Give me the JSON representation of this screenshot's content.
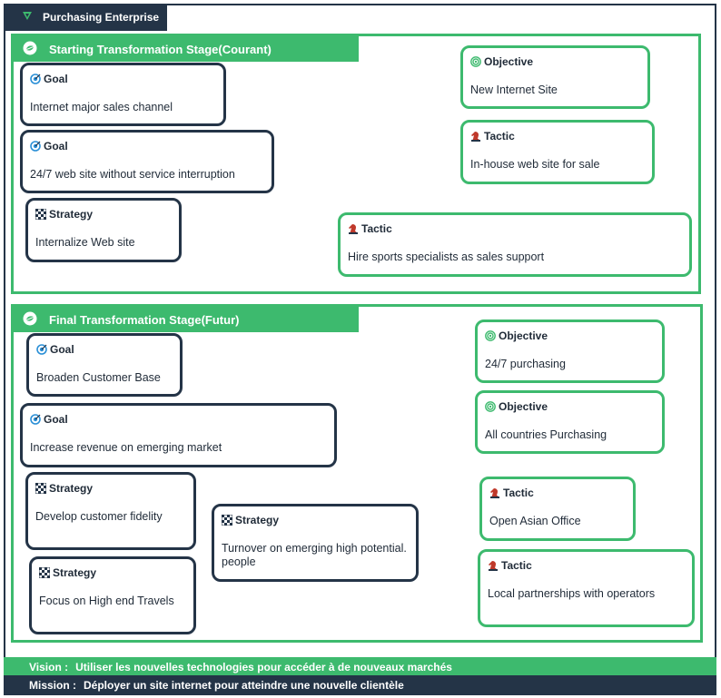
{
  "app": {
    "title": "Purchasing Enterprise"
  },
  "colors": {
    "accent": "#3dba6e",
    "dark": "#243447"
  },
  "stages": [
    {
      "title": "Starting Transformation Stage(Courant)",
      "nodes": [
        {
          "type": "Goal",
          "icon": "goal-icon",
          "text": "Internet major sales channel"
        },
        {
          "type": "Goal",
          "icon": "goal-icon",
          "text": "24/7 web site without service interruption"
        },
        {
          "type": "Strategy",
          "icon": "strategy-icon",
          "text": "Internalize Web site"
        },
        {
          "type": "Objective",
          "icon": "objective-icon",
          "text": "New Internet Site"
        },
        {
          "type": "Tactic",
          "icon": "tactic-icon",
          "text": "In-house web site for sale"
        },
        {
          "type": "Tactic",
          "icon": "tactic-icon",
          "text": "Hire sports specialists as sales support"
        }
      ]
    },
    {
      "title": "Final Transformation Stage(Futur)",
      "nodes": [
        {
          "type": "Goal",
          "icon": "goal-icon",
          "text": "Broaden Customer Base"
        },
        {
          "type": "Goal",
          "icon": "goal-icon",
          "text": "Increase revenue on emerging market"
        },
        {
          "type": "Strategy",
          "icon": "strategy-icon",
          "text": "Develop customer fidelity"
        },
        {
          "type": "Strategy",
          "icon": "strategy-icon",
          "text": "Focus on High end Travels"
        },
        {
          "type": "Strategy",
          "icon": "strategy-icon",
          "text": "Turnover on emerging high potential. people"
        },
        {
          "type": "Objective",
          "icon": "objective-icon",
          "text": "24/7 purchasing"
        },
        {
          "type": "Objective",
          "icon": "objective-icon",
          "text": "All countries Purchasing"
        },
        {
          "type": "Tactic",
          "icon": "tactic-icon",
          "text": "Open Asian Office"
        },
        {
          "type": "Tactic",
          "icon": "tactic-icon",
          "text": "Local partnerships with operators"
        }
      ]
    }
  ],
  "vision": {
    "label": "Vision :",
    "text": "Utiliser les nouvelles technologies pour accéder à de nouveaux marchés"
  },
  "mission": {
    "label": "Mission :",
    "text": "Déployer un site internet pour atteindre une nouvelle clientèle"
  }
}
